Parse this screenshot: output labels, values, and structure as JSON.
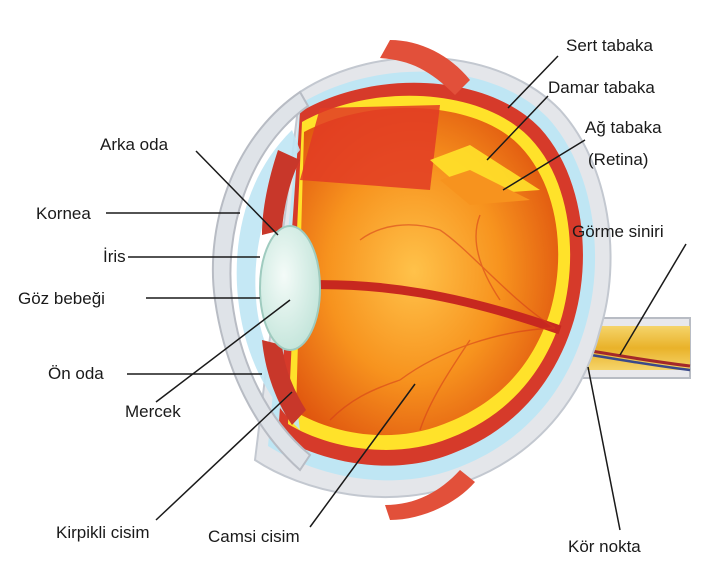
{
  "labels": {
    "sert_tabaka": "Sert tabaka",
    "damar_tabaka": "Damar tabaka",
    "ag_tabaka": "Ağ tabaka",
    "retina": "(Retina)",
    "arka_oda": "Arka oda",
    "kornea": "Kornea",
    "iris": "İris",
    "goz_bebegi": "Göz bebeği",
    "gorme_siniri": "Görme siniri",
    "on_oda": "Ön oda",
    "mercek": "Mercek",
    "kirpikli_cisim": "Kirpikli cisim",
    "camsi_cisim": "Camsi cisim",
    "kor_nokta": "Kör nokta"
  },
  "colors": {
    "vitreous": "#f7931e",
    "vitreous_dark": "#e0560f",
    "choroid": "#d63a2a",
    "retina": "#ffe22a",
    "sclera": "#e4e6ea",
    "aqueous": "#bfe6f4",
    "lens": "#dff3ee",
    "nerve": "#f2c23a"
  }
}
